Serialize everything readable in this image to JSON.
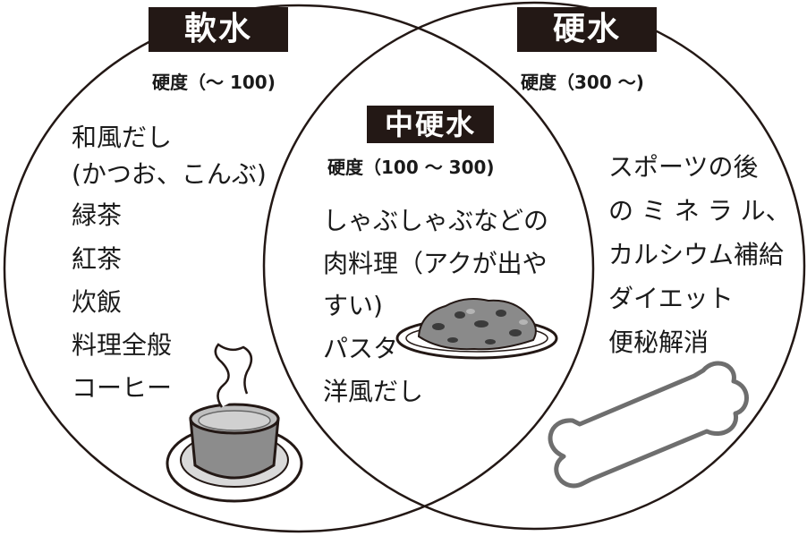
{
  "soft_water": {
    "title": "軟水",
    "hardness": "硬度（～ 100)",
    "uses": [
      "和風だし",
      "(かつお、こんぶ)",
      "緑茶",
      "紅茶",
      "炊飯",
      "料理全般",
      "コーヒー"
    ]
  },
  "medium_water": {
    "title": "中硬水",
    "hardness": "硬度（100 ～ 300)",
    "uses": [
      "しゃぶしゃぶなどの",
      "肉料理（アクが出や",
      "すい)",
      "パスタ",
      "洋風だし"
    ]
  },
  "hard_water": {
    "title": "硬水",
    "hardness": "硬度（300 ～)",
    "uses": [
      "スポーツの後",
      "の ミ ネ ラ ル、",
      "カルシウム補給",
      "ダイエット",
      "便秘解消"
    ]
  },
  "icons": [
    "coffee-cup-icon",
    "meat-dish-icon",
    "bone-icon"
  ],
  "colors": {
    "title_bg": "#231815",
    "title_text": "#ffffff",
    "line": "#231815"
  }
}
